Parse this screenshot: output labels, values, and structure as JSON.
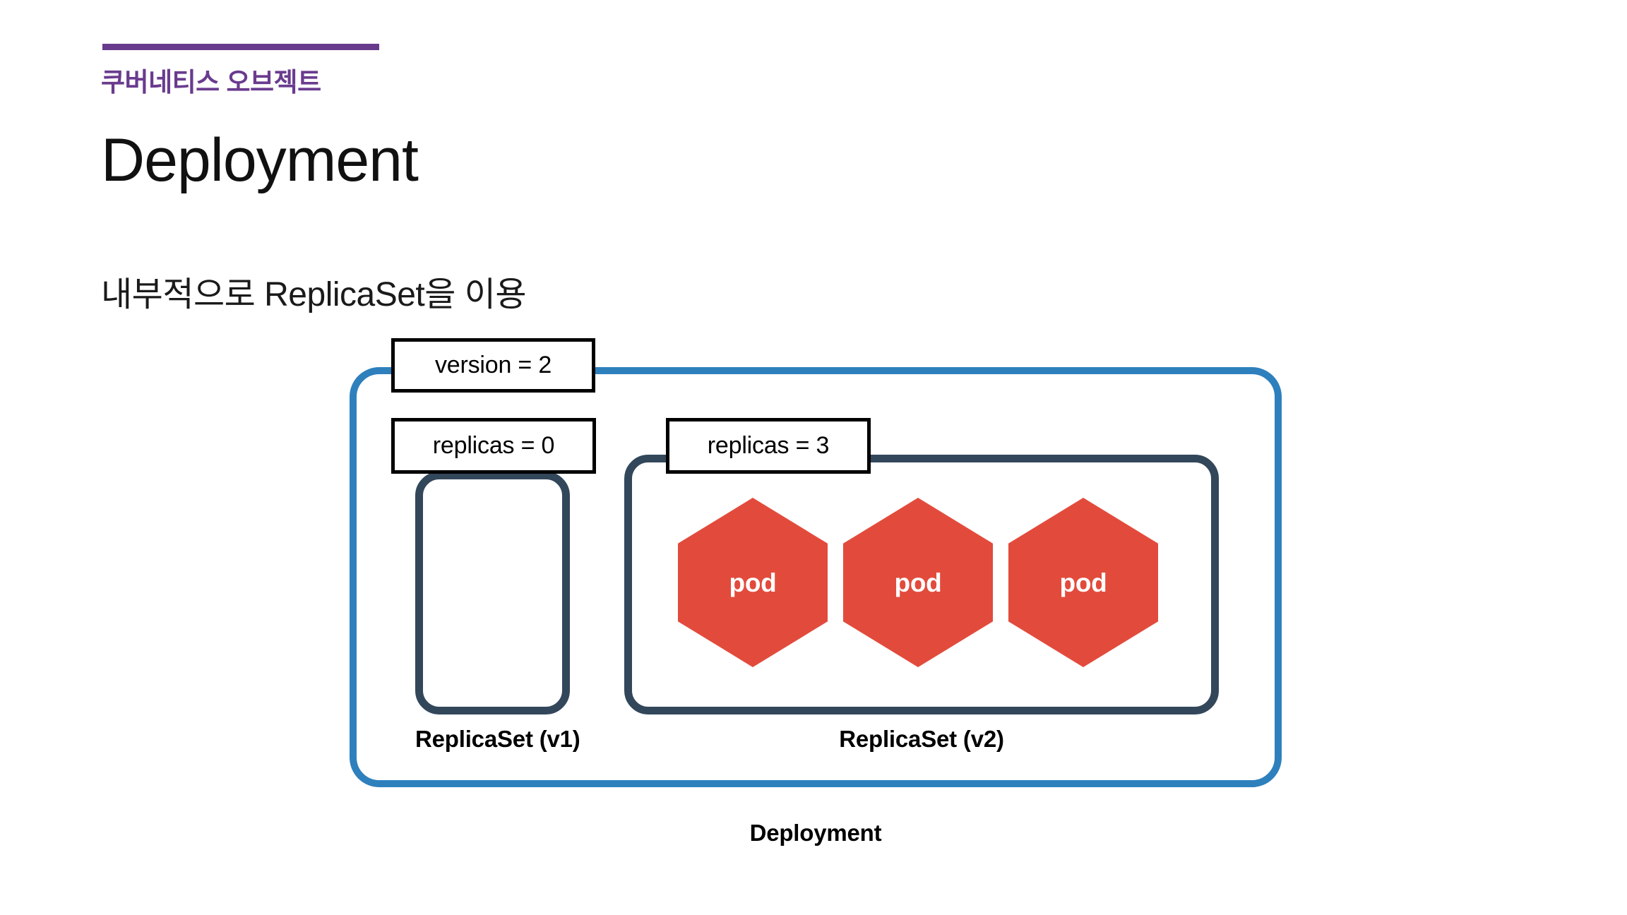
{
  "header": {
    "kicker": "쿠버네티스 오브젝트",
    "rule_color": "#683A8C",
    "kicker_color": "#6A3B8E"
  },
  "title": "Deployment",
  "subtitle": "내부적으로 ReplicaSet을 이용",
  "diagram": {
    "outer": {
      "label": "Deployment",
      "border_color": "#2E80BD"
    },
    "callouts": [
      {
        "name": "version",
        "text": "version = 2"
      },
      {
        "name": "replicas-v1",
        "text": "replicas = 0"
      },
      {
        "name": "replicas-v2",
        "text": "replicas = 3"
      }
    ],
    "replicasets": [
      {
        "caption": "ReplicaSet (v1)",
        "replicas": 0,
        "version_label": "v1",
        "pods": [],
        "border_color": "#33475B"
      },
      {
        "caption": "ReplicaSet (v2)",
        "replicas": 3,
        "version_label": "v2",
        "pods": [
          "pod",
          "pod",
          "pod"
        ],
        "border_color": "#33475B"
      }
    ],
    "pod_color": "#E24B3C",
    "pod_text_color": "#FFFFFF"
  }
}
